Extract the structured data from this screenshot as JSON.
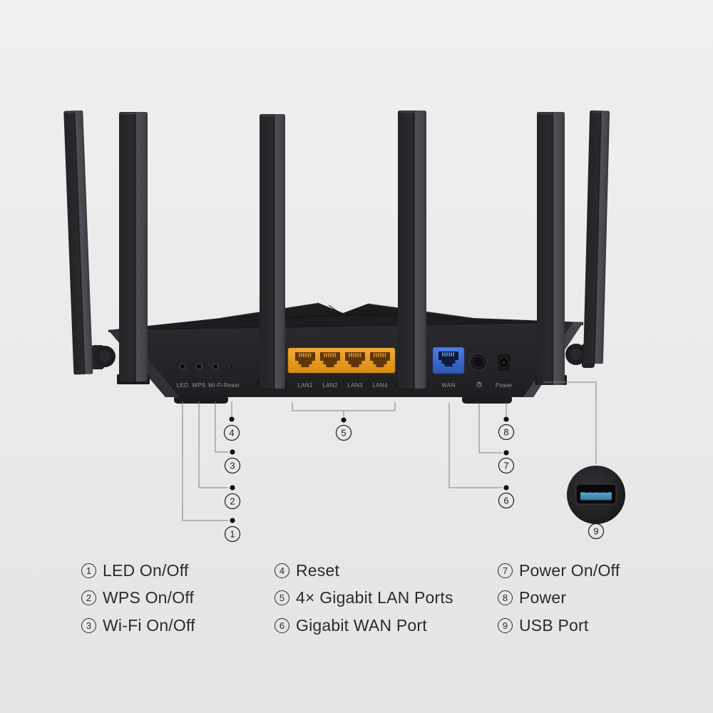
{
  "device": {
    "name": "wifi-router-rear-panel",
    "panel": {
      "buttons": [
        "LED",
        "WPS",
        "Wi-Fi",
        "Reset"
      ],
      "lan_ports": [
        "LAN1",
        "LAN2",
        "LAN3",
        "LAN4"
      ],
      "wan_port": "WAN",
      "power_button_icon": "power-icon",
      "power_jack": "Power"
    },
    "colors": {
      "body": "#27272b",
      "lan_block": "#eb9c25",
      "wan_port": "#3f6fd1",
      "usb_tongue": "#4796b8",
      "background": "#eaeaea"
    }
  },
  "callouts": [
    "1",
    "2",
    "3",
    "4",
    "5",
    "6",
    "7",
    "8",
    "9"
  ],
  "legend": {
    "columns": [
      {
        "items": [
          {
            "num": "1",
            "label": "LED On/Off"
          },
          {
            "num": "2",
            "label": "WPS On/Off"
          },
          {
            "num": "3",
            "label": "Wi-Fi On/Off"
          }
        ]
      },
      {
        "items": [
          {
            "num": "4",
            "label": "Reset"
          },
          {
            "num": "5",
            "label": "4× Gigabit LAN Ports"
          },
          {
            "num": "6",
            "label": "Gigabit WAN Port"
          }
        ]
      },
      {
        "items": [
          {
            "num": "7",
            "label": "Power On/Off"
          },
          {
            "num": "8",
            "label": "Power"
          },
          {
            "num": "9",
            "label": "USB Port"
          }
        ]
      }
    ]
  }
}
